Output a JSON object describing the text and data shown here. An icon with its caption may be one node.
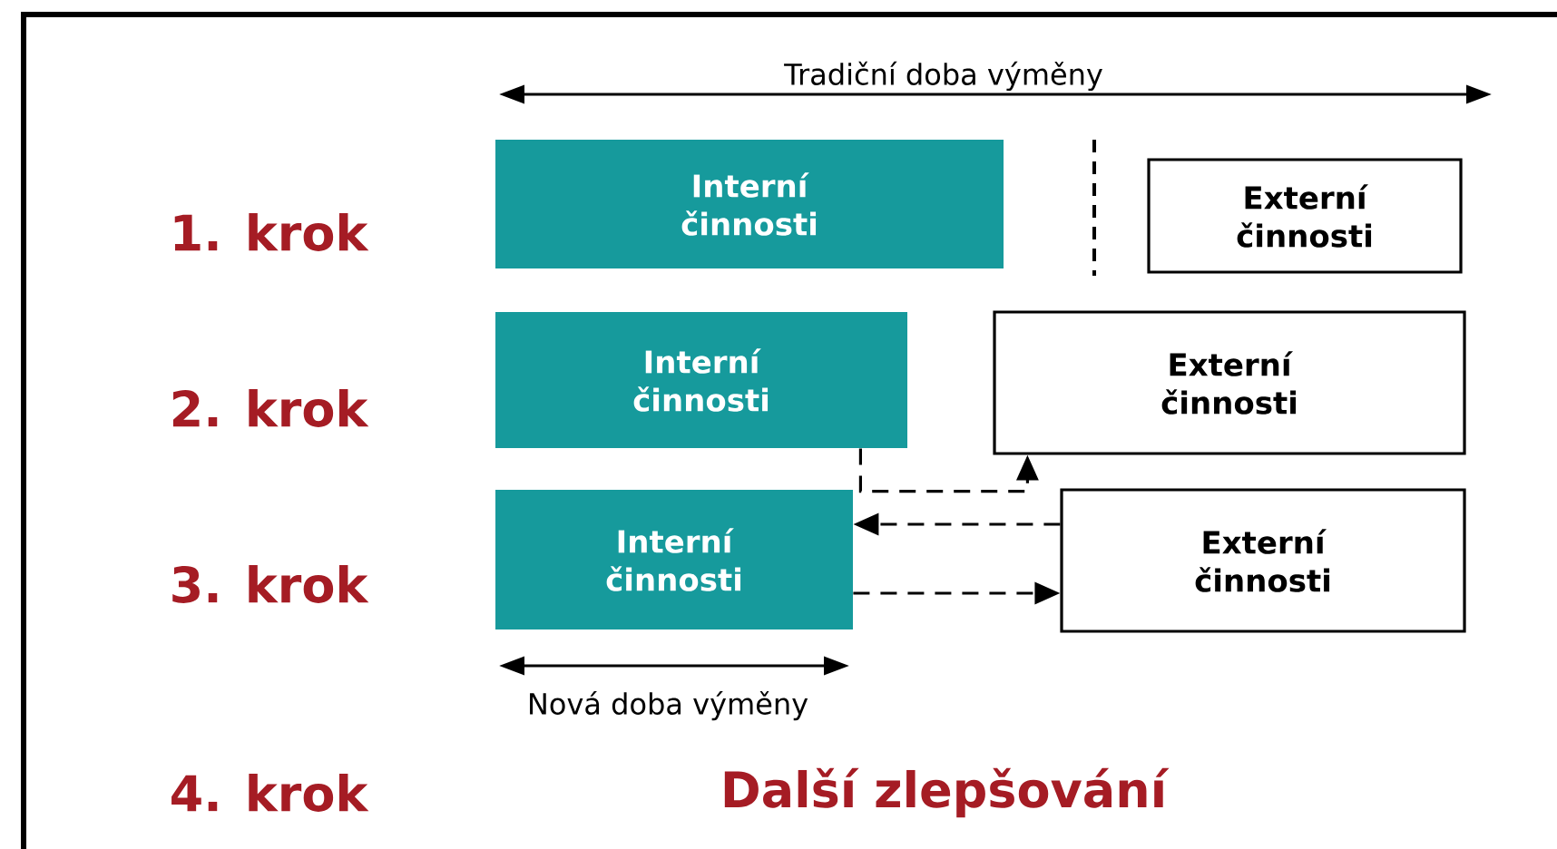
{
  "diagram": {
    "nodes": [
      {
        "text": [
          "Interní činnosti"
        ]
      },
      {
        "text": [
          "Externí činnosti"
        ]
      },
      {
        "text": [
          "Interní činnosti"
        ]
      },
      {
        "text": [
          "Externí činnosti"
        ]
      },
      {
        "text": [
          "Interní činnosti"
        ]
      },
      {
        "text": [
          "Externí činnosti"
        ]
      }
    ],
    "edges": [
      {
        "from": 2,
        "to": 3,
        "arrow": "to",
        "style": "dashed"
      },
      {
        "from": 5,
        "to": 4,
        "arrow": "to",
        "style": "dashed"
      },
      {
        "from": 4,
        "to": 5,
        "arrow": "to",
        "style": "dashed"
      }
    ],
    "labels": [
      "Tradiční doba výměny",
      "1. krok",
      "2. krok",
      "3. krok",
      "Nová doba výměny",
      "4. krok",
      "Další zlepšování"
    ]
  }
}
